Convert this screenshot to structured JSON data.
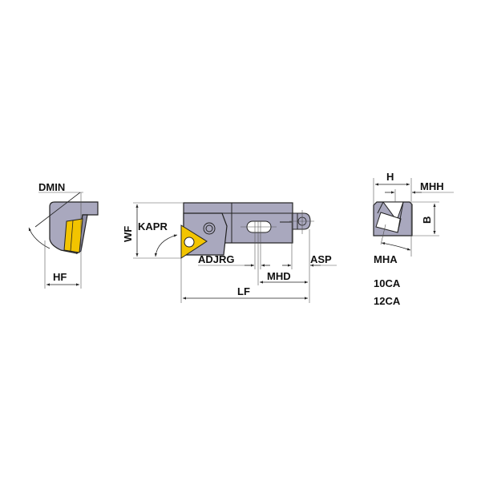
{
  "drawing": {
    "title": "Boring cartridge dimensional drawing",
    "colors": {
      "body": "#a9a8be",
      "body_dark": "#8f8ea6",
      "insert": "#f2c400",
      "outline": "#222222",
      "background": "#ffffff"
    },
    "side_view": {
      "labels": {
        "dmin": "DMIN",
        "hf": "HF"
      }
    },
    "top_view": {
      "labels": {
        "wf": "WF",
        "kapr": "KAPR",
        "adjrg": "ADJRG",
        "mhd": "MHD",
        "asp": "ASP",
        "lf": "LF"
      }
    },
    "end_view": {
      "labels": {
        "h": "H",
        "mhh": "MHH",
        "b": "B",
        "mha": "MHA"
      },
      "variants": [
        "10CA",
        "12CA"
      ]
    }
  }
}
